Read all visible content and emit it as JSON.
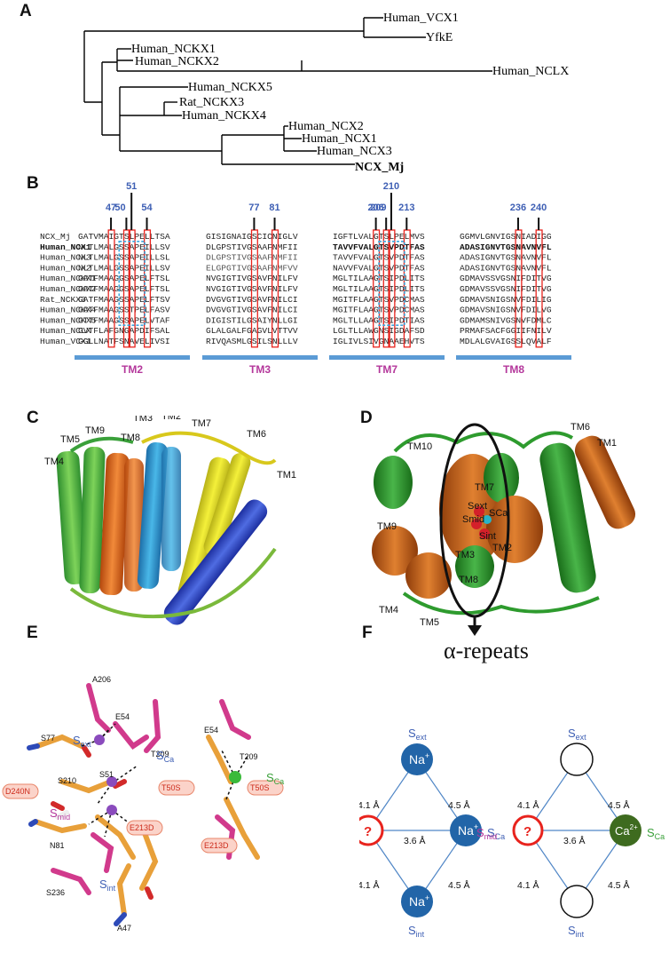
{
  "panels": {
    "a": "A",
    "b": "B",
    "c": "C",
    "d": "D",
    "e": "E",
    "f": "F"
  },
  "tree": {
    "leaves": [
      "Human_VCX1",
      "YfkE",
      "Human_NCKX1",
      "Human_NCKX2",
      "Human_NCLX",
      "Human_NCKX5",
      "Rat_NCKX3",
      "Human_NCKX4",
      "Human_NCX2",
      "Human_NCX1",
      "Human_NCX3",
      "NCX_Mj"
    ],
    "highlight_leaf": "NCX_Mj",
    "highlight_color": "#e8231d"
  },
  "alignment": {
    "names": [
      "NCX_Mj",
      "Human_NCX1",
      "Human_NCX3",
      "Human_NCX2",
      "Human_NCKX1",
      "Human_NCKX2",
      "Rat_NCKX3",
      "Human_NCKX4",
      "Human_NCKX5",
      "Human_NCLX",
      "Human_VCX1"
    ],
    "blocks": [
      {
        "tm": "TM2",
        "rows": [
          "GATVMAIGTSLPELLTSA",
          "NLTLMALGSSAPEILLSV",
          "NLTLMALGSSAPEILLSL",
          "NLTLMALGSSAPEILLSV",
          "GATFMAAGGSAPELFTSL",
          "GATFMAAGGSAPELFTSL",
          "GATFMAAGSSAPELFTSV",
          "GATFMAAGSSTPELFASV",
          "GTTFMAAGSSAPELVTAF",
          "GVTFLAFGNGAPDIFSAL",
          "GGLLNATFSNAVELIVSI"
        ]
      },
      {
        "tm": "TM3",
        "rows": [
          "GISIGNAIGSCICNIGLV",
          "DLGPSTIVGSAAFNMFII",
          "DLGPSTIVGSAAFNMFII",
          "ELGPGTIVGSAAFNMFVV",
          "NVGIGTIVGSAVFNILFV",
          "NVGIGTIVGSAVFNILFV",
          "DVGVGTIVGSAVFNILCI",
          "DVGVGTIVGSAVFNILCI",
          "DIGISTILGSAIYNLLGI",
          "GLALGALFGAGVLVTTVV",
          "RIVQASMLGSILSNLLLV"
        ]
      },
      {
        "tm": "TM7",
        "rows": [
          "IGFTLVALGTSLPELMVS",
          "TAVVFVALGTSVPDTFAS",
          "TAVVFVALGTSVPDTFAS",
          "NAVVFVALGTSVPDTFAS",
          "MGLTILAAGTSIPDLITS",
          "MGLTILAAGTSIPDLITS",
          "MGITFLAAGTSVPDCMAS",
          "MGITFLAAGTSVPDCMAS",
          "MGLTLLAAGTSIPDTIAS",
          "LGLTLLAWGNSIGDAFSD",
          "IGLIVLSIVGNAAEHVTS"
        ]
      },
      {
        "tm": "TM8",
        "rows": [
          "GGMVLGNVIGSNIADIGG",
          "ADASIGNVTGSNAVNVFL",
          "ADASIGNVTGSNAVNVFL",
          "ADASIGNVTGSNAVNVFL",
          "GDMAVSSVGSNIFDITVG",
          "GDMAVSSVGSNIFDITVG",
          "GDMAVSNIGSNVFDILIG",
          "GDMAVSNIGSNVFDILVG",
          "GDMAMSNIVGSNVFDMLC",
          "PRMAFSACFGGIIFNILV",
          "MDLALGVAIGSSLQVALF"
        ]
      }
    ],
    "positions": [
      "47",
      "50",
      "51",
      "54",
      "77",
      "81",
      "206",
      "209",
      "210",
      "213",
      "236",
      "240"
    ],
    "bar_color": "#5b9bd5",
    "box_color": "#e8231d",
    "dash_color": "#3ea8e0"
  },
  "structure_c": {
    "labels": [
      "TM5",
      "TM9",
      "TM8",
      "TM3",
      "TM2",
      "TM7",
      "TM6",
      "TM4",
      "TM1"
    ]
  },
  "structure_d": {
    "labels": [
      "TM6",
      "TM1",
      "TM10",
      "TM7",
      "TM9",
      "TM3",
      "TM2",
      "TM4",
      "TM8",
      "TM5"
    ],
    "site_labels": [
      "Sext",
      "Smid",
      "SCa",
      "Sint"
    ],
    "caption": "α-repeats"
  },
  "panel_e": {
    "residues": [
      "A206",
      "S77",
      "E54",
      "T209",
      "S210",
      "S51",
      "N81",
      "S236",
      "A47"
    ],
    "right_residues": [
      "E54",
      "T209"
    ],
    "mutations": [
      "D240N",
      "T50S",
      "E213D",
      "E213D",
      "T50S"
    ],
    "sites": {
      "ext": "ext",
      "mid": "mid",
      "ca": "Ca",
      "int": "int",
      "s": "S"
    }
  },
  "panel_f": {
    "left": {
      "top": "Na",
      "right": "Na",
      "bottom": "Na",
      "center": "?",
      "plus": "+"
    },
    "right": {
      "right": "Ca",
      "charge": "2+",
      "center": "?"
    },
    "distances": [
      "4.1 Å",
      "4.5 Å",
      "3.6 Å",
      "4.1 Å",
      "4.5 Å",
      "4.1 Å",
      "4.5 Å",
      "3.6 Å",
      "4.1 Å",
      "4.5 Å"
    ],
    "na_color": "#2265a8",
    "ca_color": "#3e6b1f",
    "q_color": "#e8231d",
    "arrow_color": "#4f86c6"
  }
}
